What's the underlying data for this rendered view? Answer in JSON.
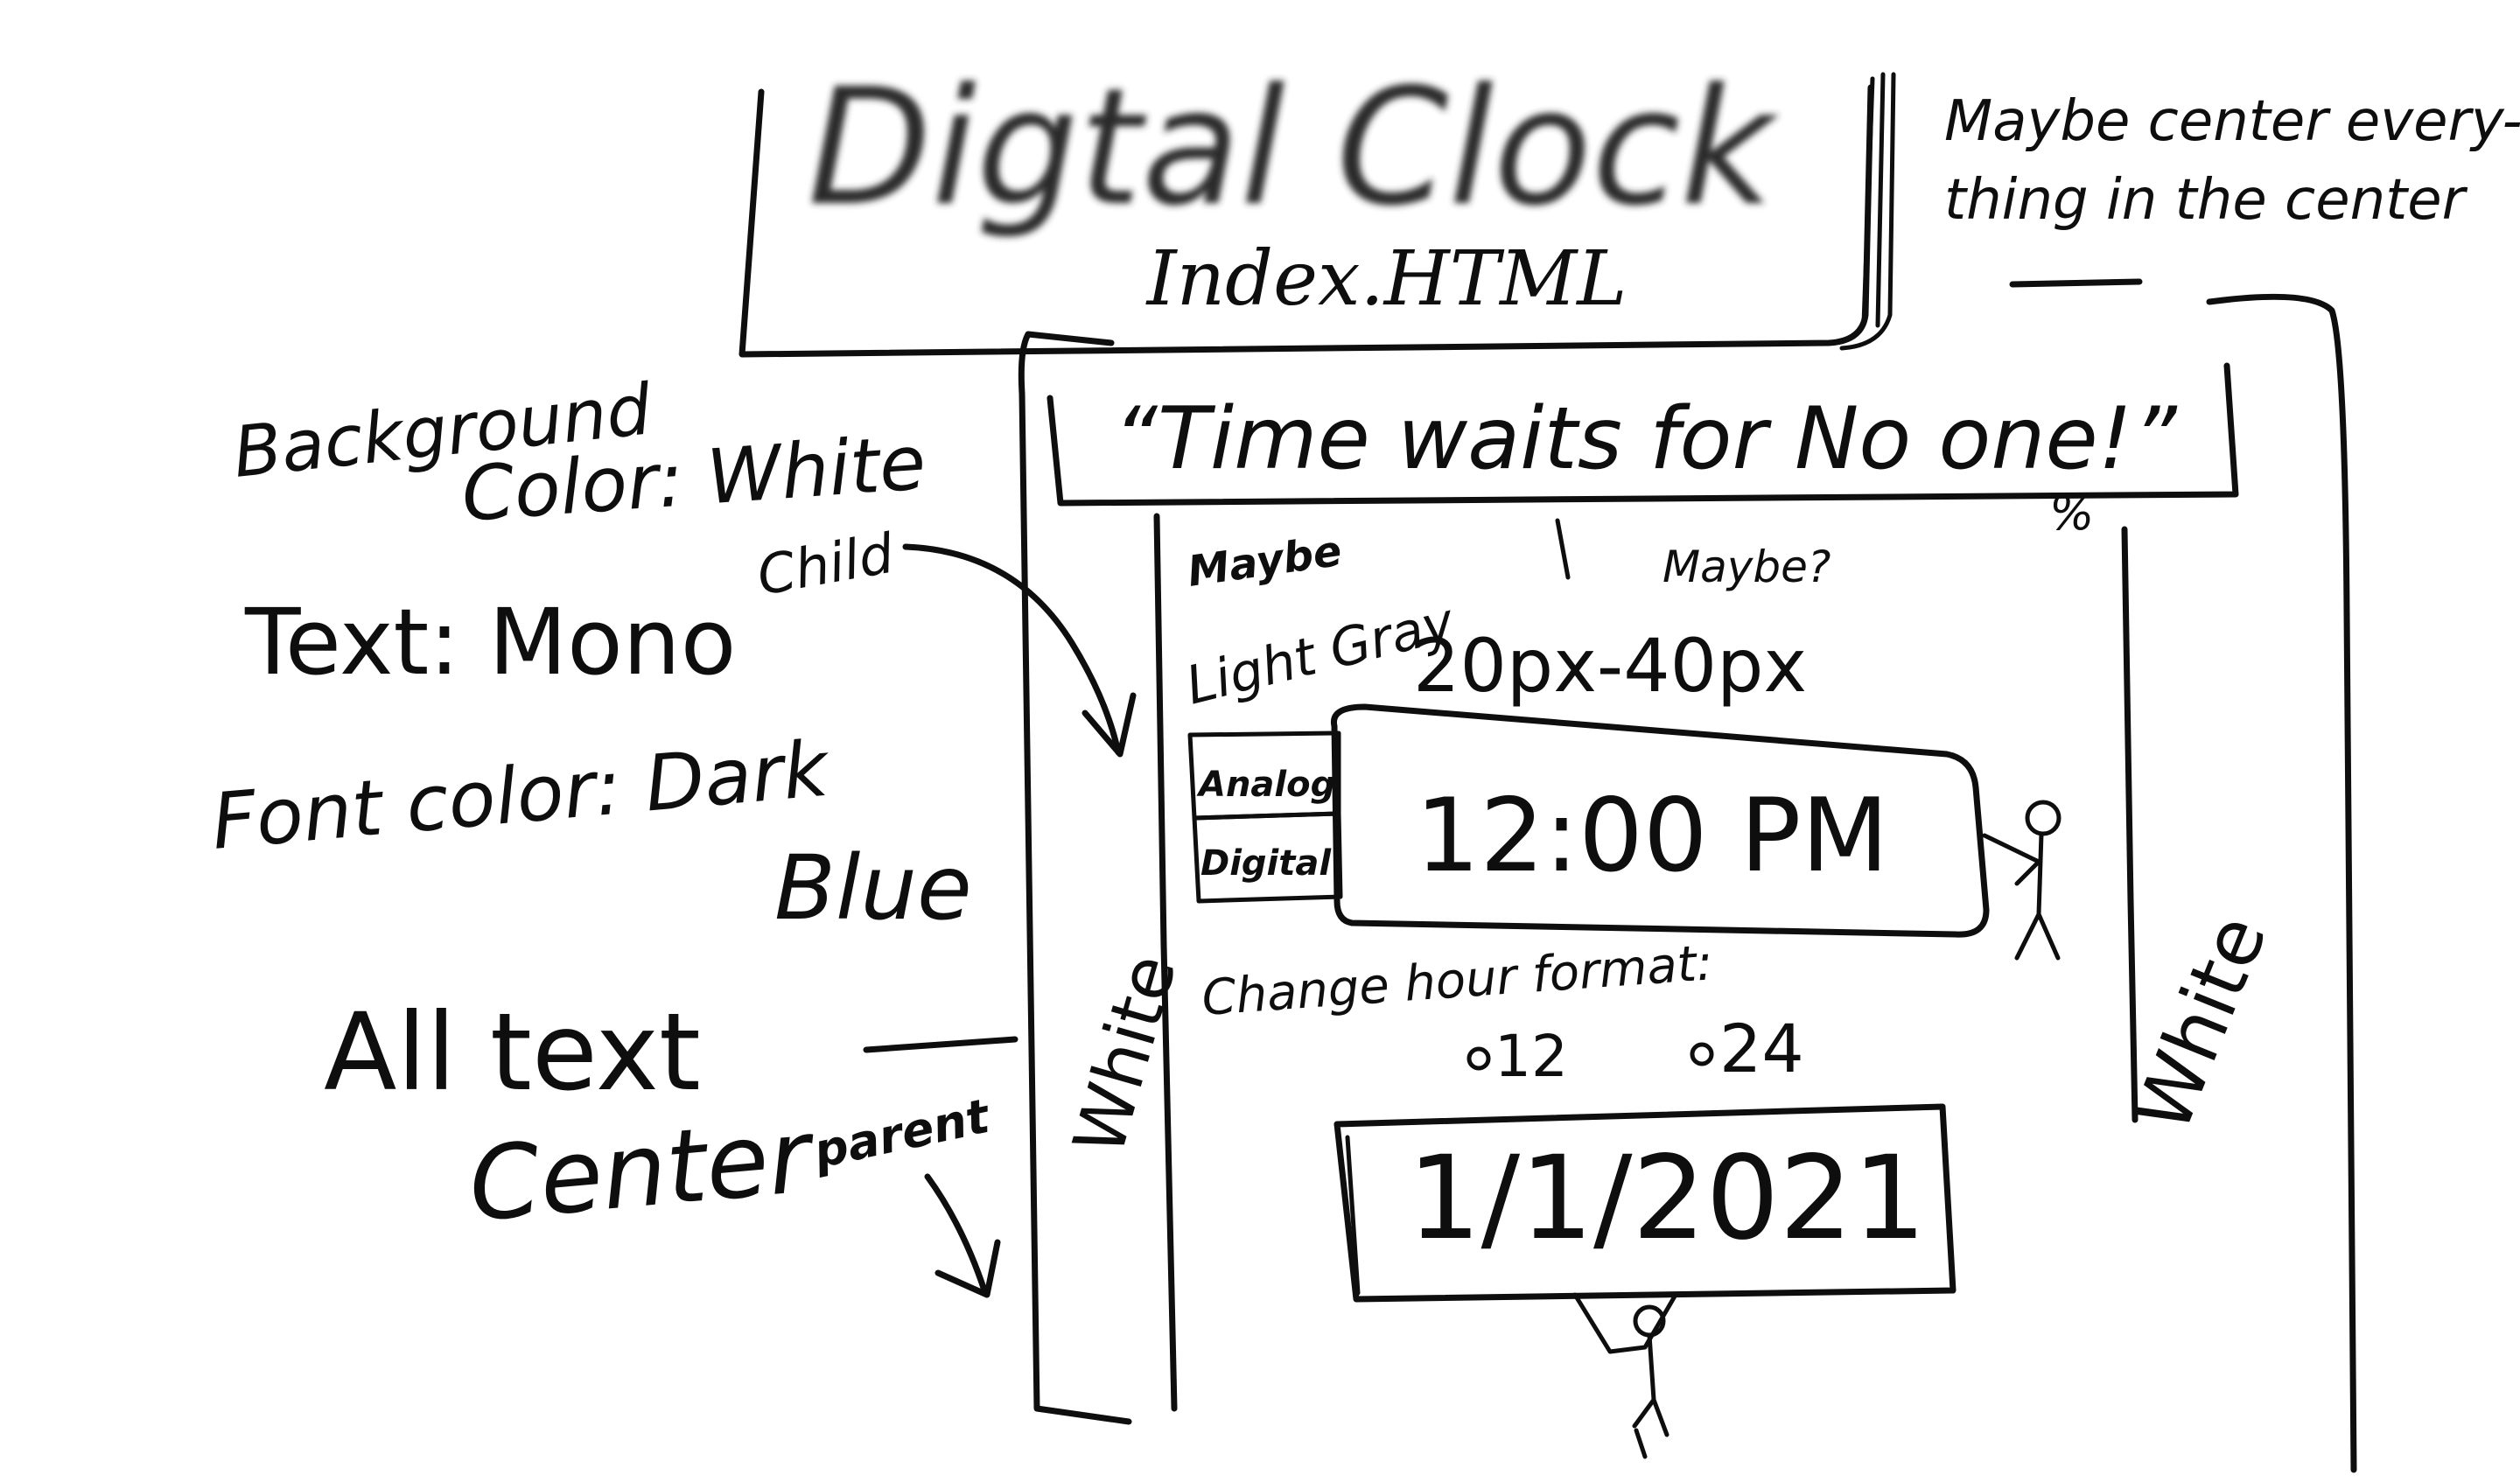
{
  "title": {
    "heading": "Digtal Clock",
    "file": "Index.HTML"
  },
  "notes": {
    "center_note_line1": "Maybe center every-",
    "center_note_line2": "thing in the center",
    "background_line1": "Background",
    "background_line2": "Color: White",
    "text_font": "Text: Mono",
    "font_color_line1": "Font color: Dark",
    "font_color_line2": "Blue",
    "align_line1": "All text",
    "align_line2": "Center",
    "child_label": "Child",
    "parent_label": "parent"
  },
  "mockup": {
    "quote": "“Time waits for No one!”",
    "percent_mark": "%",
    "gray_note_line1": "Maybe",
    "gray_note_line2": "Light Gray",
    "size_note_line1": "Maybe?",
    "size_note_line2": "20px-40px",
    "tab_analog": "Analog",
    "tab_digital": "Digital",
    "time": "12:00 PM",
    "hour_format_label": "Change hour format:",
    "option_12": "12",
    "option_24": "24",
    "date": "1/1/2021",
    "left_gutter": "White",
    "right_gutter": "White"
  }
}
